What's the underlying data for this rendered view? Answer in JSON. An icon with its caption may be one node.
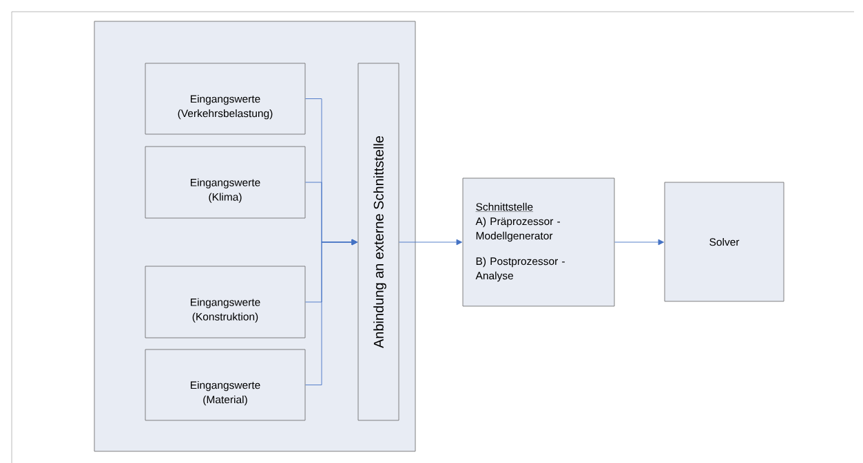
{
  "diagram": {
    "nodes": [
      {
        "text": [],
        "shape": "box"
      },
      {
        "text": [
          "Eingangswerte (Verkehrsbelastung)"
        ],
        "in": 0
      },
      {
        "text": [
          "Eingangswerte (Klima)"
        ],
        "in": 0
      },
      {
        "text": [
          "Eingangswerte (Konstruktion)"
        ],
        "in": 0
      },
      {
        "text": [
          "Eingangswerte (Material)"
        ],
        "in": 0
      },
      {
        "text": [
          "Anbindung an externe Schnittstelle"
        ],
        "in": 0
      },
      {
        "text": [
          "Schnittstelle",
          "A) Präprozessor - Modellgenerator",
          "B) Postprozessor - Analyse"
        ]
      },
      {
        "text": [
          "Solver"
        ]
      }
    ],
    "edges": [
      {
        "from": 1,
        "to": 5,
        "arrow": "to"
      },
      {
        "from": 2,
        "to": 5,
        "arrow": "to"
      },
      {
        "from": 3,
        "to": 5,
        "arrow": "to"
      },
      {
        "from": 4,
        "to": 5,
        "arrow": "to"
      },
      {
        "from": 5,
        "to": 6,
        "arrow": "to"
      },
      {
        "from": 6,
        "to": 7,
        "arrow": "to"
      }
    ]
  }
}
